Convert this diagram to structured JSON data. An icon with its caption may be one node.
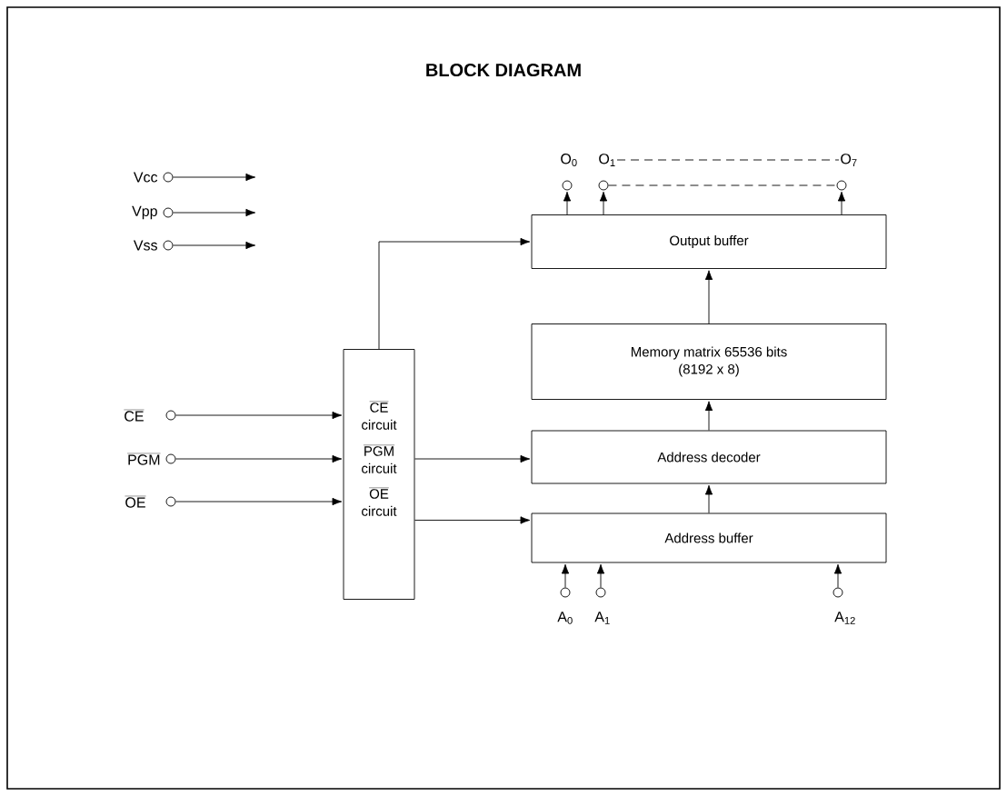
{
  "diagram": {
    "title": "BLOCK DIAGRAM",
    "nodes": [
      {
        "text": [],
        "shape": "circle",
        "beside": [
          "Vcc"
        ]
      },
      {
        "text": [],
        "shape": "circle",
        "beside": [
          "Vpp"
        ]
      },
      {
        "text": [],
        "shape": "circle",
        "beside": [
          "Vss"
        ]
      },
      {
        "text": [],
        "shape": "circle",
        "beside": [
          "CE"
        ]
      },
      {
        "text": [],
        "shape": "circle",
        "beside": [
          "PGM"
        ]
      },
      {
        "text": [],
        "shape": "circle",
        "beside": [
          "OE"
        ]
      },
      {
        "text": [],
        "shape": "box"
      },
      {
        "text": [
          "CE",
          "circuit"
        ],
        "in": 6
      },
      {
        "text": [
          "PGM",
          "circuit"
        ],
        "in": 6
      },
      {
        "text": [
          "OE",
          "circuit"
        ],
        "in": 6
      },
      {
        "text": [
          "Output buffer"
        ]
      },
      {
        "text": [
          "Memory matrix 65536 bits",
          "(8192 x 8)"
        ]
      },
      {
        "text": [
          "Address decoder"
        ]
      },
      {
        "text": [
          "Address buffer"
        ]
      },
      {
        "text": [],
        "shape": "circle",
        "beside": [
          "O$_{0}$"
        ]
      },
      {
        "text": [],
        "shape": "circle",
        "beside": [
          "O$_{1}$"
        ]
      },
      {
        "text": [],
        "shape": "circle",
        "beside": [
          "O$_{7}$"
        ]
      },
      {
        "text": [],
        "shape": "circle",
        "beside": [
          "A$_{0}$"
        ]
      },
      {
        "text": [],
        "shape": "circle",
        "beside": [
          "A$_{1}$"
        ]
      },
      {
        "text": [],
        "shape": "circle",
        "beside": [
          "A$_{12}$"
        ]
      }
    ],
    "edges": [
      {
        "from": 0,
        "to": null,
        "arrow": "to"
      },
      {
        "from": 1,
        "to": null,
        "arrow": "to"
      },
      {
        "from": 2,
        "to": null,
        "arrow": "to"
      },
      {
        "from": 3,
        "to": 7,
        "arrow": "to"
      },
      {
        "from": 4,
        "to": 8,
        "arrow": "to"
      },
      {
        "from": 5,
        "to": 9,
        "arrow": "to"
      },
      {
        "from": 6,
        "to": 10,
        "arrow": "to"
      },
      {
        "from": 8,
        "to": 12,
        "arrow": "to"
      },
      {
        "from": 9,
        "to": 13,
        "arrow": "to"
      },
      {
        "from": 13,
        "to": 12,
        "arrow": "to"
      },
      {
        "from": 12,
        "to": 11,
        "arrow": "to"
      },
      {
        "from": 11,
        "to": 10,
        "arrow": "to"
      },
      {
        "from": 10,
        "to": 14,
        "arrow": "to"
      },
      {
        "from": 10,
        "to": 15,
        "arrow": "to"
      },
      {
        "from": 10,
        "to": 16,
        "arrow": "to"
      },
      {
        "from": 15,
        "to": 16,
        "arrow": "none",
        "style": "dashed"
      },
      {
        "from": 15,
        "to": 16,
        "arrow": "none",
        "style": "dashed"
      },
      {
        "from": 17,
        "to": 13,
        "arrow": "to"
      },
      {
        "from": 18,
        "to": 13,
        "arrow": "to"
      },
      {
        "from": 19,
        "to": 13,
        "arrow": "to"
      }
    ]
  }
}
